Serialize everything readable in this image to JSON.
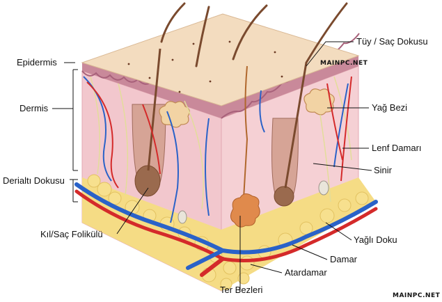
{
  "labels": {
    "epidermis": "Epidermis",
    "dermis": "Dermis",
    "subcutis": "Derialtı Dokusu",
    "follicle": "Kıl/Saç Folikülü",
    "hair": "Tüy / Saç Dokusu",
    "sebaceous": "Yağ Bezi",
    "lymph": "Lenf Damarı",
    "nerve": "Sinir",
    "fat": "Yağlı Doku",
    "vein": "Damar",
    "artery": "Atardamar",
    "sweat": "Ter Bezleri"
  },
  "watermarks": {
    "top": "MAINPC.NET",
    "bottom": "MAINPC.NET"
  },
  "colors": {
    "skin_surface": "#f4dcc0",
    "epidermis": "#c98a9a",
    "dermis": "#f2c6cc",
    "fat": "#f2d77a",
    "artery": "#d42a2a",
    "vein": "#2a62c8",
    "nerve": "#e9e3a0",
    "hair": "#7a4a2e"
  }
}
